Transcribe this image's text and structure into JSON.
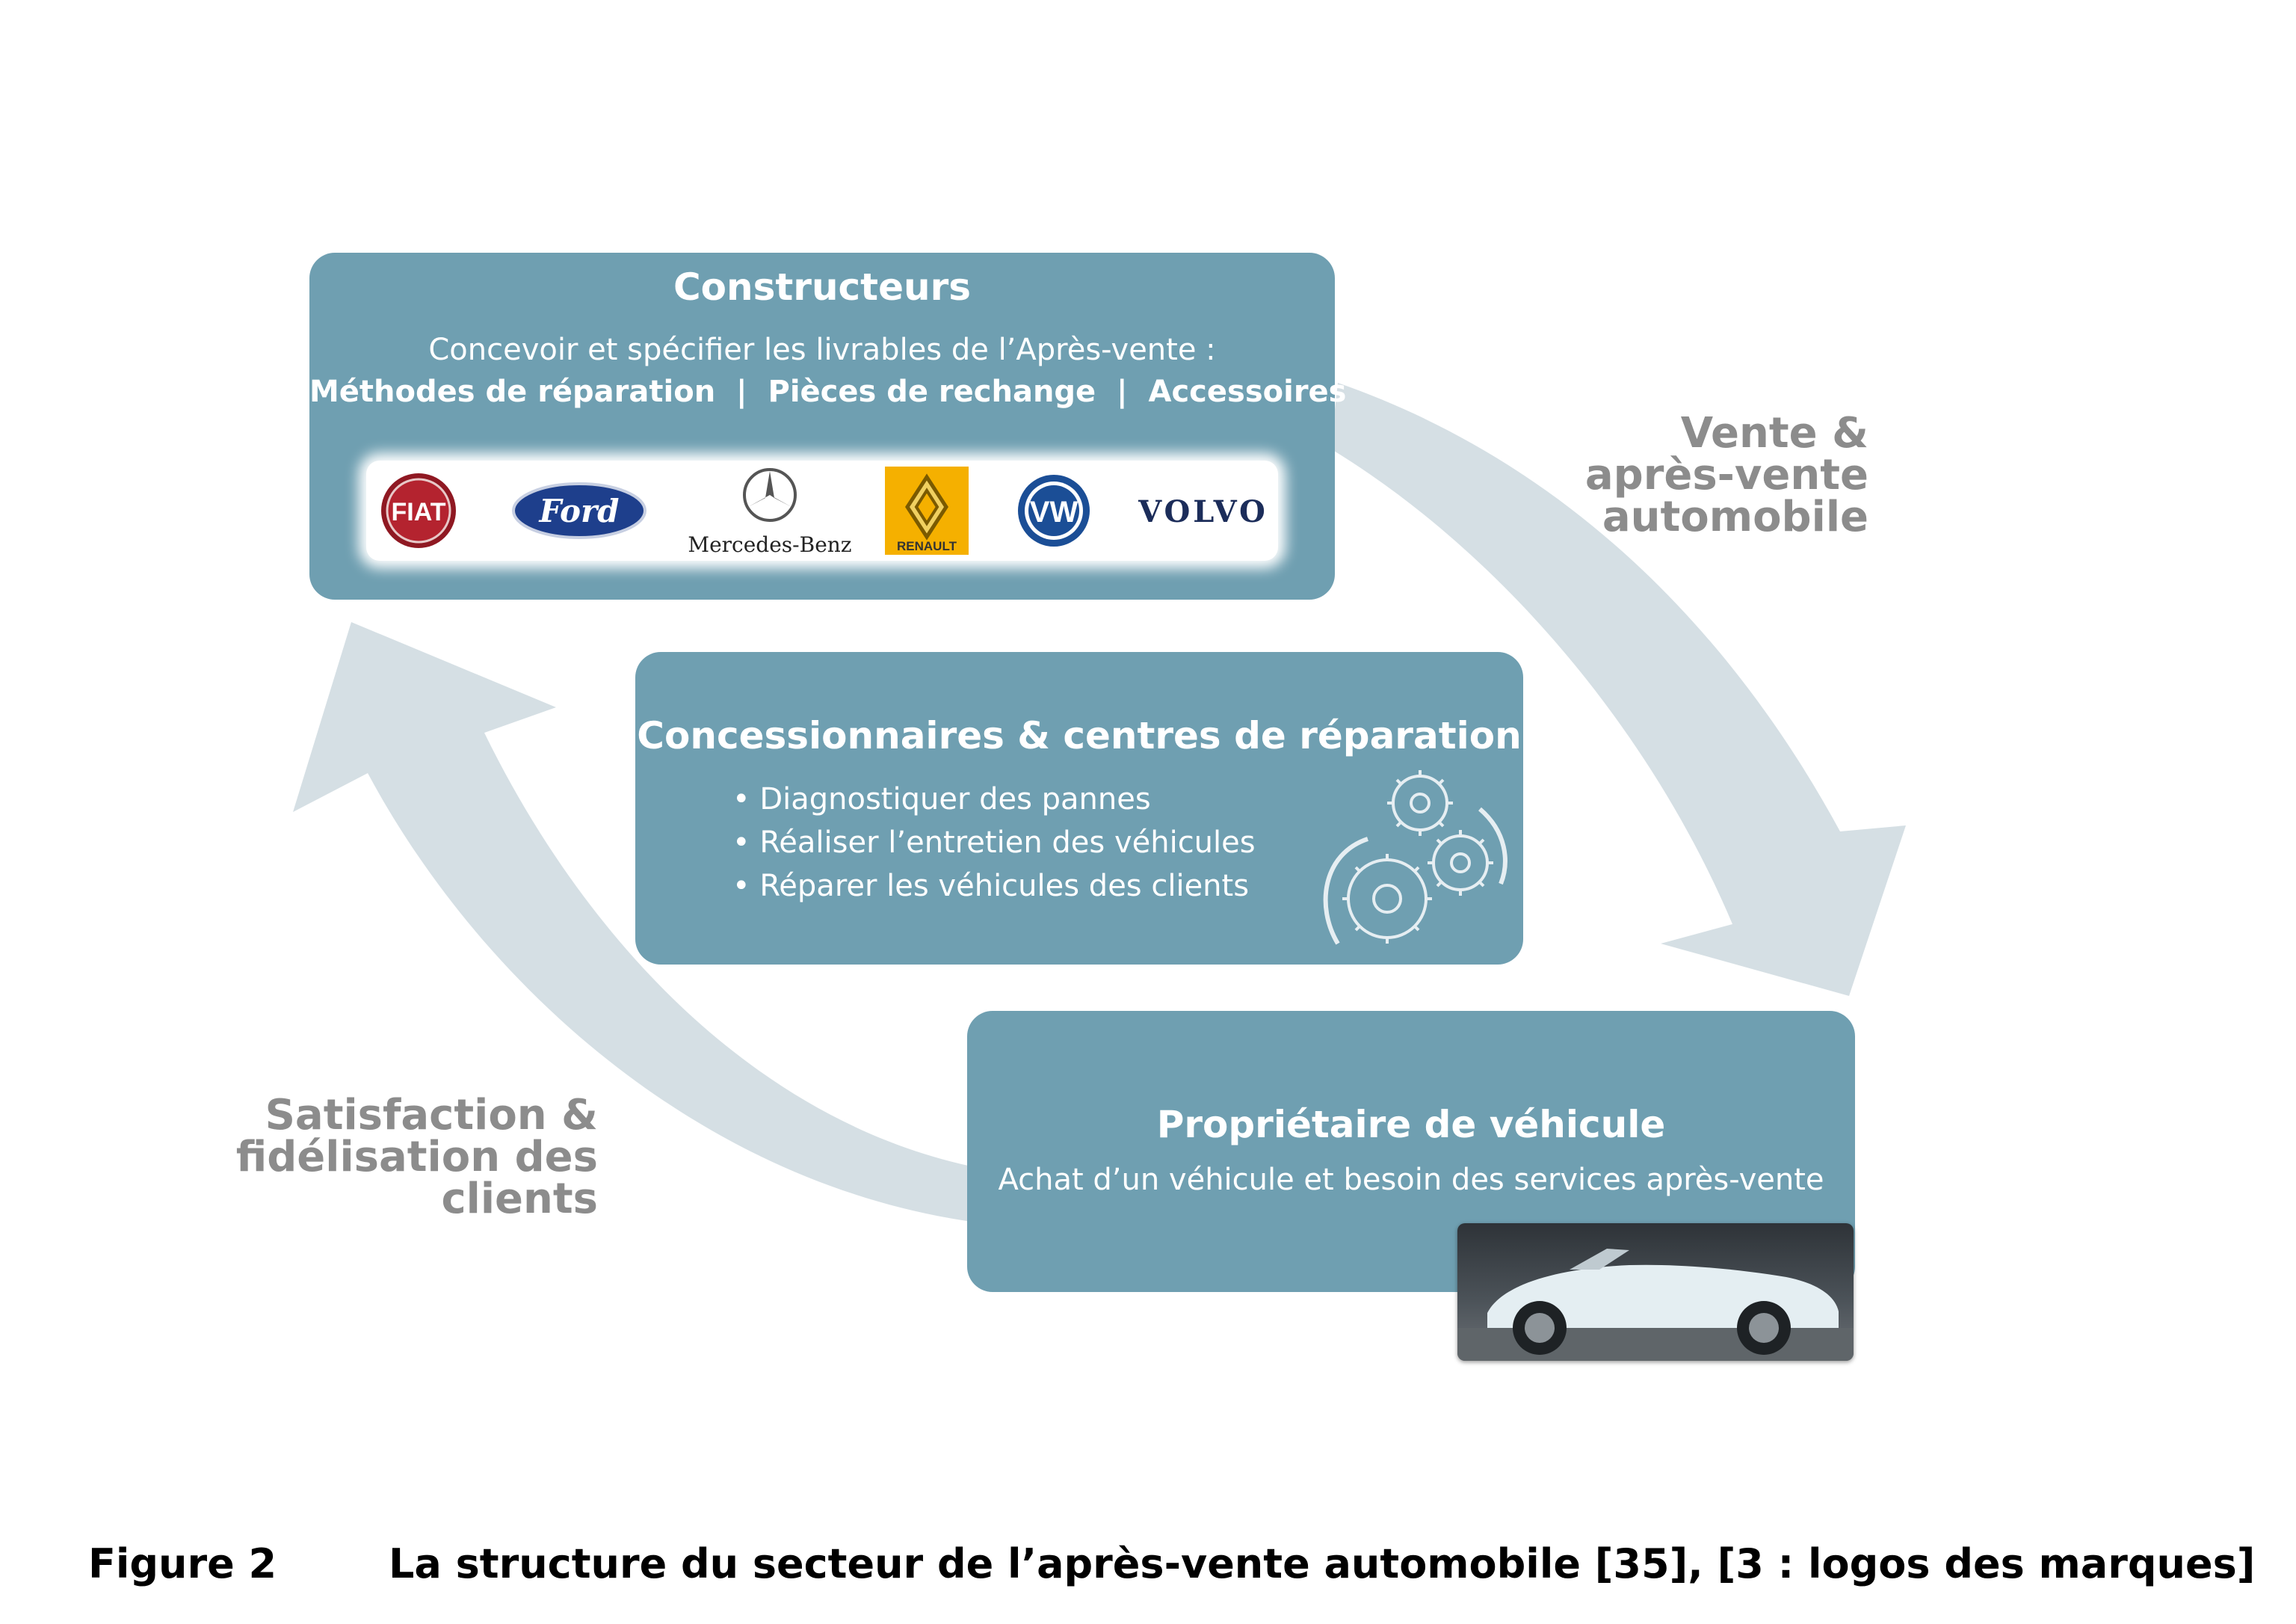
{
  "constructeurs": {
    "title": "Constructeurs",
    "description": "Concevoir et spécifier les livrables de l’Après-vente :",
    "deliverables": "Méthodes de réparation  |  Pièces de rechange  |  Accessoires",
    "logos": [
      "FIAT",
      "Ford",
      "Mercedes-Benz",
      "RENAULT",
      "VW",
      "VOLVO"
    ]
  },
  "concessionnaires": {
    "title": "Concessionnaires & centres de réparation",
    "items": [
      "Diagnostiquer des pannes",
      "Réaliser l’entretien des véhicules",
      "Réparer les véhicules des clients"
    ]
  },
  "proprietaire": {
    "title": "Propriétaire de véhicule",
    "description": "Achat d’un véhicule et besoin des services après-vente"
  },
  "labels": {
    "vente": [
      "Vente &",
      "après-vente",
      "automobile"
    ],
    "satisfaction": [
      "Satisfaction &",
      "fidélisation des",
      "clients"
    ]
  },
  "caption": {
    "label": "Figure 2",
    "text": "La structure du secteur de l’après-vente automobile [35], [3 : logos des marques]"
  },
  "colors": {
    "box": "#6f9fb1",
    "arrow": "#d5dfe4",
    "side_label": "#8c8c8c"
  }
}
